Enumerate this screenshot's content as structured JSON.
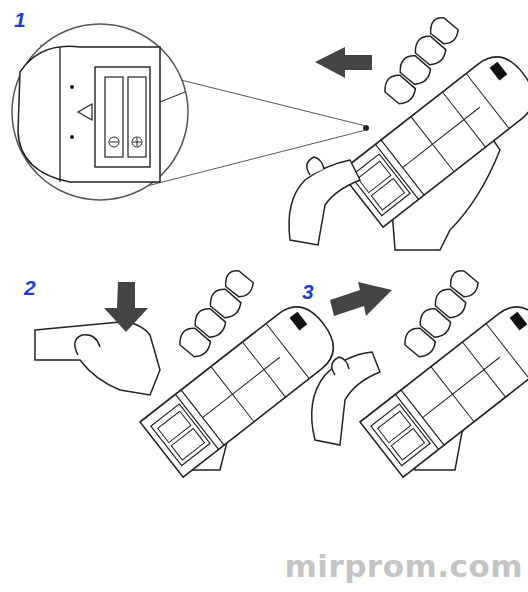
{
  "diagram": {
    "labels": [
      "1",
      "2",
      "3",
      "mirprom.com"
    ]
  }
}
